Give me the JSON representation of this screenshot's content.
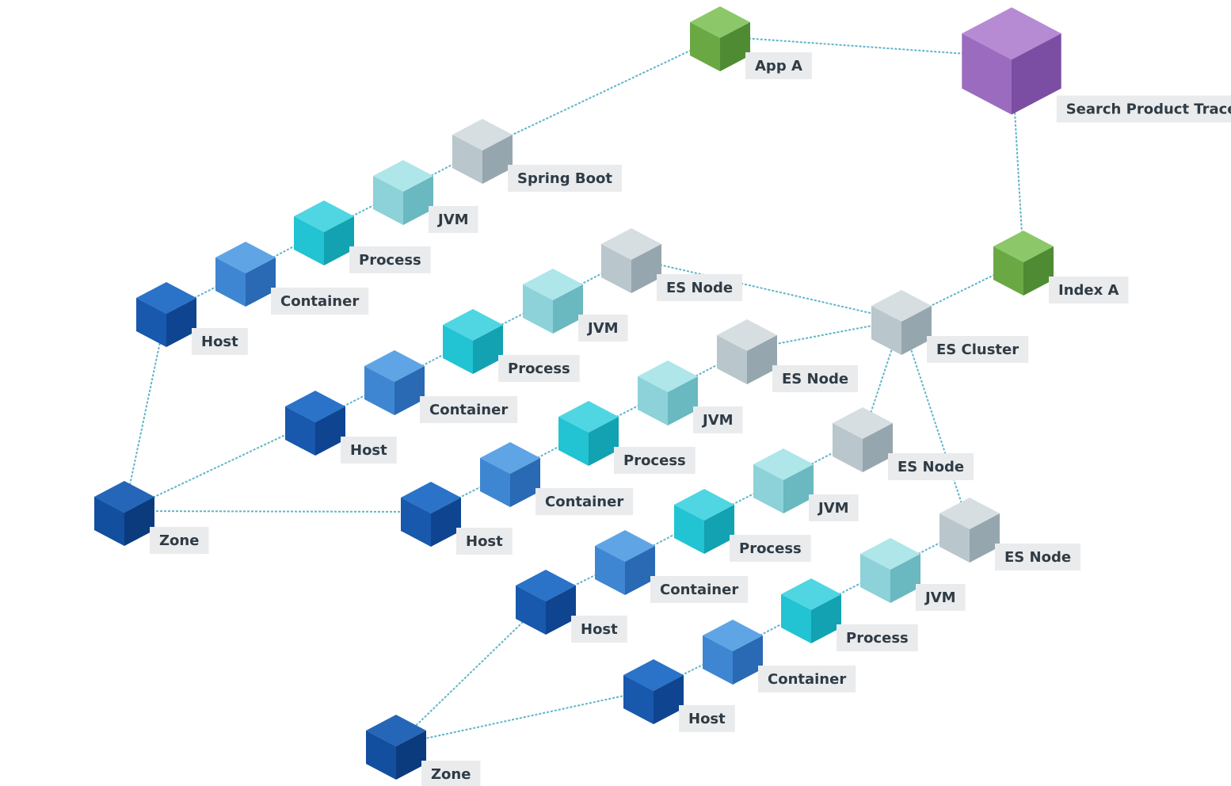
{
  "diagram": {
    "colors": {
      "edge": "#5fb5c9",
      "label_bg": "#e9ebed",
      "label_text": "#2f3b45",
      "trace": {
        "top": "#b68bd4",
        "left": "#9a6bbf",
        "right": "#7c4ea3"
      },
      "app": {
        "top": "#8cc86a",
        "left": "#6aa844",
        "right": "#4f8b32"
      },
      "service": {
        "top": "#d6dee2",
        "left": "#b9c6cc",
        "right": "#96a6ae"
      },
      "runtime": {
        "top": "#aee6ea",
        "left": "#8cd2d8",
        "right": "#6ab8c0"
      },
      "process": {
        "top": "#4fd6e2",
        "left": "#22c3d2",
        "right": "#12a2b1"
      },
      "container": {
        "top": "#5fa5e5",
        "left": "#3f86d2",
        "right": "#2a69b4"
      },
      "host": {
        "top": "#2a73c9",
        "left": "#1858ad",
        "right": "#0f4490"
      },
      "zone": {
        "top": "#2566b8",
        "left": "#124f9e",
        "right": "#0b3b7d"
      }
    },
    "nodes": [
      {
        "id": "search-product-trace",
        "label": "Search Product Trace",
        "kind": "trace"
      },
      {
        "id": "app-a",
        "label": "App A",
        "kind": "app"
      },
      {
        "id": "spring-boot",
        "label": "Spring Boot",
        "kind": "service"
      },
      {
        "id": "jvm-a",
        "label": "JVM",
        "kind": "runtime"
      },
      {
        "id": "process-a",
        "label": "Process",
        "kind": "process"
      },
      {
        "id": "container-a",
        "label": "Container",
        "kind": "container"
      },
      {
        "id": "host-a",
        "label": "Host",
        "kind": "host"
      },
      {
        "id": "zone-1",
        "label": "Zone",
        "kind": "zone"
      },
      {
        "id": "index-a",
        "label": "Index A",
        "kind": "app"
      },
      {
        "id": "es-cluster",
        "label": "ES Cluster",
        "kind": "service"
      },
      {
        "id": "es-node-1",
        "label": "ES Node",
        "kind": "service"
      },
      {
        "id": "jvm-1",
        "label": "JVM",
        "kind": "runtime"
      },
      {
        "id": "process-1",
        "label": "Process",
        "kind": "process"
      },
      {
        "id": "container-1",
        "label": "Container",
        "kind": "container"
      },
      {
        "id": "host-1",
        "label": "Host",
        "kind": "host"
      },
      {
        "id": "es-node-2",
        "label": "ES Node",
        "kind": "service"
      },
      {
        "id": "jvm-2",
        "label": "JVM",
        "kind": "runtime"
      },
      {
        "id": "process-2",
        "label": "Process",
        "kind": "process"
      },
      {
        "id": "container-2",
        "label": "Container",
        "kind": "container"
      },
      {
        "id": "host-2",
        "label": "Host",
        "kind": "host"
      },
      {
        "id": "es-node-3",
        "label": "ES Node",
        "kind": "service"
      },
      {
        "id": "jvm-3",
        "label": "JVM",
        "kind": "runtime"
      },
      {
        "id": "process-3",
        "label": "Process",
        "kind": "process"
      },
      {
        "id": "container-3",
        "label": "Container",
        "kind": "container"
      },
      {
        "id": "host-3",
        "label": "Host",
        "kind": "host"
      },
      {
        "id": "es-node-4",
        "label": "ES Node",
        "kind": "service"
      },
      {
        "id": "jvm-4",
        "label": "JVM",
        "kind": "runtime"
      },
      {
        "id": "process-4",
        "label": "Process",
        "kind": "process"
      },
      {
        "id": "container-4",
        "label": "Container",
        "kind": "container"
      },
      {
        "id": "host-4",
        "label": "Host",
        "kind": "host"
      },
      {
        "id": "zone-2",
        "label": "Zone",
        "kind": "zone"
      }
    ],
    "edges": [
      [
        "search-product-trace",
        "app-a"
      ],
      [
        "search-product-trace",
        "index-a"
      ],
      [
        "app-a",
        "spring-boot"
      ],
      [
        "spring-boot",
        "jvm-a"
      ],
      [
        "jvm-a",
        "process-a"
      ],
      [
        "process-a",
        "container-a"
      ],
      [
        "container-a",
        "host-a"
      ],
      [
        "host-a",
        "zone-1"
      ],
      [
        "zone-1",
        "host-1"
      ],
      [
        "zone-1",
        "host-2"
      ],
      [
        "index-a",
        "es-cluster"
      ],
      [
        "es-cluster",
        "es-node-1"
      ],
      [
        "es-cluster",
        "es-node-2"
      ],
      [
        "es-cluster",
        "es-node-3"
      ],
      [
        "es-cluster",
        "es-node-4"
      ],
      [
        "es-node-1",
        "jvm-1"
      ],
      [
        "jvm-1",
        "process-1"
      ],
      [
        "process-1",
        "container-1"
      ],
      [
        "container-1",
        "host-1"
      ],
      [
        "es-node-2",
        "jvm-2"
      ],
      [
        "jvm-2",
        "process-2"
      ],
      [
        "process-2",
        "container-2"
      ],
      [
        "container-2",
        "host-2"
      ],
      [
        "es-node-3",
        "jvm-3"
      ],
      [
        "jvm-3",
        "process-3"
      ],
      [
        "process-3",
        "container-3"
      ],
      [
        "container-3",
        "host-3"
      ],
      [
        "es-node-4",
        "jvm-4"
      ],
      [
        "jvm-4",
        "process-4"
      ],
      [
        "process-4",
        "container-4"
      ],
      [
        "container-4",
        "host-4"
      ],
      [
        "host-3",
        "zone-2"
      ],
      [
        "host-4",
        "zone-2"
      ]
    ]
  }
}
